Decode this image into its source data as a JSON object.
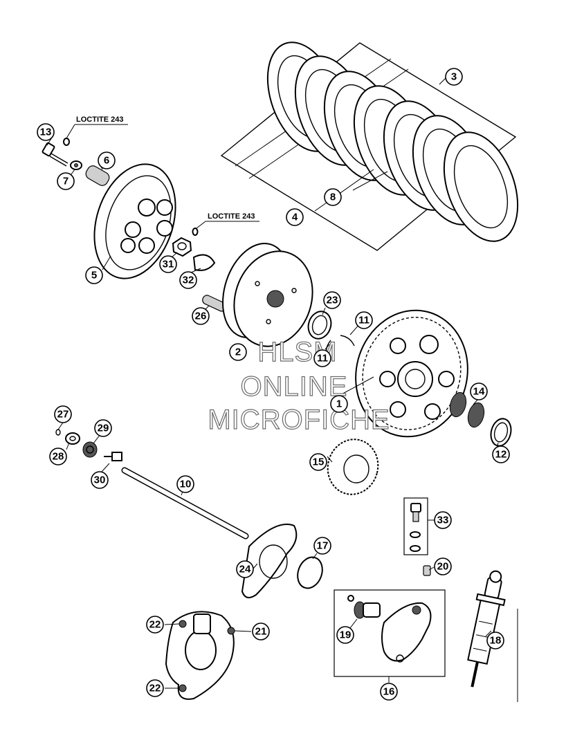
{
  "notes": {
    "loctite_top": "LOCTITE 243",
    "loctite_mid": "LOCTITE 243"
  },
  "watermark": {
    "line1": "HLSM",
    "line2": "ONLINE",
    "line3": "MICROFICHE"
  },
  "callouts": {
    "p1": "1",
    "p2": "2",
    "p3": "3",
    "p4": "4",
    "p5": "5",
    "p6": "6",
    "p7": "7",
    "p8": "8",
    "p10": "10",
    "p11a": "11",
    "p11b": "11",
    "p12": "12",
    "p13": "13",
    "p14": "14",
    "p15": "15",
    "p16": "16",
    "p17": "17",
    "p18": "18",
    "p19": "19",
    "p20": "20",
    "p21": "21",
    "p22a": "22",
    "p22b": "22",
    "p23": "23",
    "p24": "24",
    "p26": "26",
    "p27": "27",
    "p28": "28",
    "p29": "29",
    "p30": "30",
    "p31": "31",
    "p32": "32",
    "p33": "33"
  }
}
